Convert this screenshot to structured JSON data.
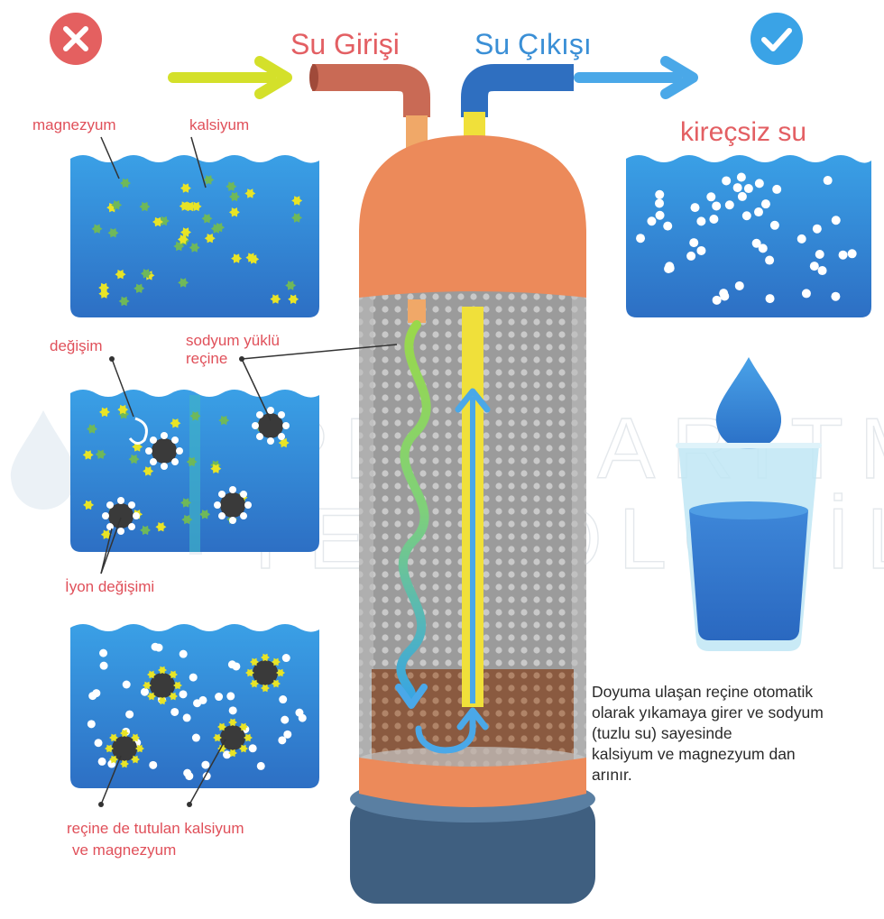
{
  "labels": {
    "water_in": "Su Girişi",
    "water_out": "Su Çıkışı",
    "soft_water": "kireçsiz su",
    "magnesium": "magnezyum",
    "calcium": "kalsiyum",
    "exchange": "değişim",
    "sodium_resin_1": "sodyum yüklü",
    "sodium_resin_2": "reçine",
    "ion_exchange": "İyon değişimi",
    "captured_1": "reçine de tutulan kalsiyum",
    "captured_2": "ve magnezyum"
  },
  "watermark": {
    "line1": "PLUS ARITMA",
    "line2": "TEKNOLOJİLER"
  },
  "description": [
    "Doyuma ulaşan reçine otomatik",
    "olarak  yıkamaya girer ve sodyum",
    "(tuzlu su) sayesinde",
    "kalsiyum ve magnezyum dan",
    "arınır."
  ],
  "icons": {
    "bad": "close-icon",
    "good": "check-icon"
  },
  "colors": {
    "inlet_pipe": "#c96a55",
    "outlet_pipe": "#2f6fc0",
    "tank_orange": "#ec8a5a",
    "tank_base": "#3f5f80",
    "water_blue": "#3f9be0",
    "arrow_green": "#d4e02a",
    "arrow_blue": "#4aa8e8",
    "bad_red": "#e46060",
    "good_blue": "#3aa3e6"
  }
}
